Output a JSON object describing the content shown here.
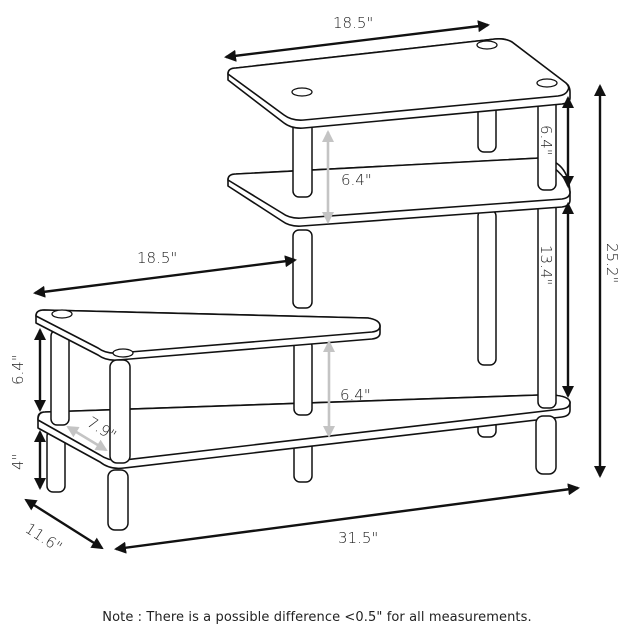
{
  "product": {
    "description": "Four-tier L-shaped shelf with tube legs, dimension drawing",
    "colors": {
      "line": "#111111",
      "gray_arrow": "#c4c4c4",
      "background": "#ffffff"
    }
  },
  "dimensions": {
    "top_width": "18.5\"",
    "lower_width": "18.5\"",
    "top_shelf_gap_inner": "6.4\"",
    "top_shelf_gap_side": "6.4\"",
    "middle_to_bottom_side": "13.4\"",
    "total_height": "25.2\"",
    "lower_shelf_gap_left": "6.4\"",
    "lower_shelf_gap_inner": "6.4\"",
    "inner_depth": "7.9\"",
    "leg_height": "4\"",
    "total_depth": "11.6\"",
    "total_width": "31.5\""
  },
  "note": "Note : There is a possible difference <0.5\" for all measurements."
}
